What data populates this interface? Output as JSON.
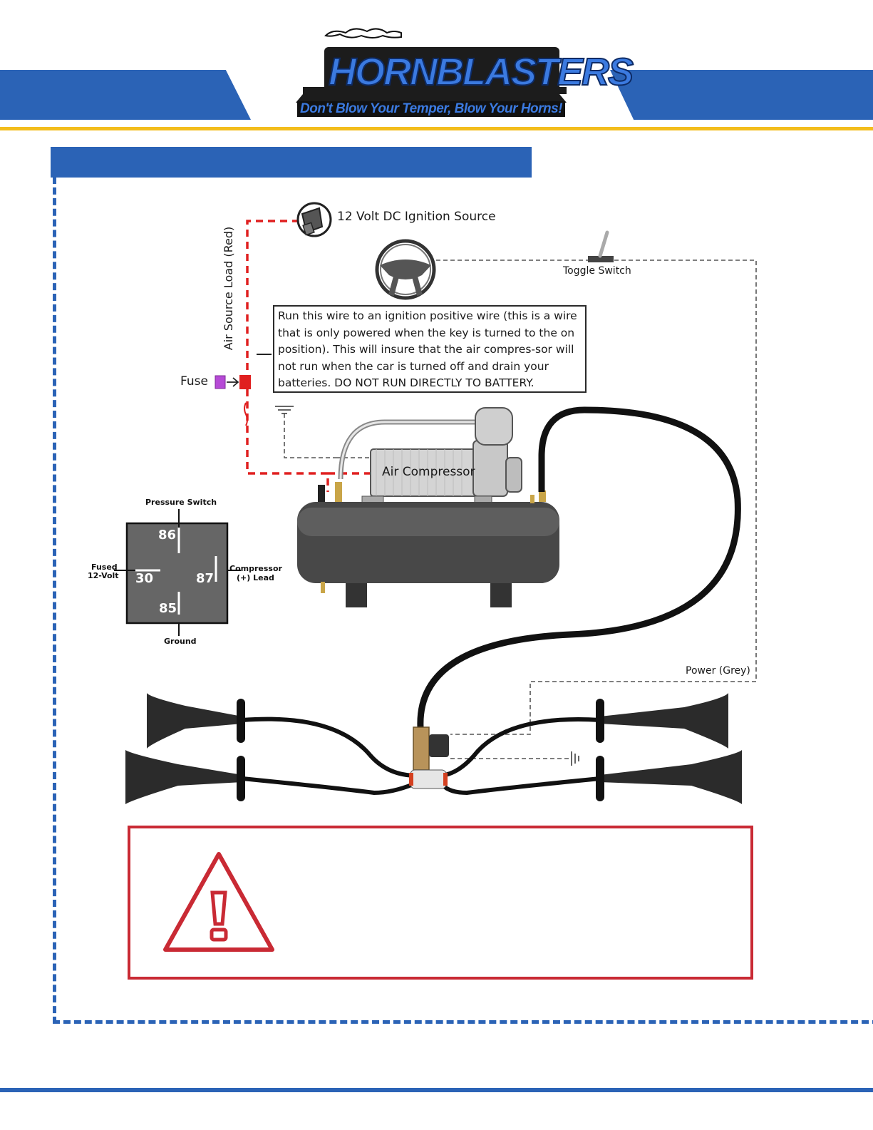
{
  "brand": {
    "name": "HORNBLASTERS",
    "tagline": "Don't Blow Your Temper, Blow Your Horns!"
  },
  "colors": {
    "brand_blue": "#2b63b6",
    "gold": "#f3bd1c",
    "wire_red": "#e02020",
    "warning_red": "#c92a34",
    "fuse_purple": "#b64ad6",
    "relay_grey": "#666666"
  },
  "diagram": {
    "ignition_label": "12 Volt DC Ignition Source",
    "toggle_label": "Toggle Switch",
    "air_source_label": "Air Source Load (Red)",
    "fuse_label": "Fuse",
    "compressor_label": "Air Compressor",
    "power_label": "Power (Grey)",
    "note": "Run this wire to an ignition positive wire (this is a wire that is only powered when the key is turned to the on position). This will insure that the air compres-sor will not run when the car is turned off and drain your batteries. DO NOT RUN DIRECTLY TO BATTERY.",
    "icons": [
      "ignition-key-icon",
      "steering-wheel-icon",
      "toggle-switch-icon",
      "ground-icon",
      "warning-triangle-icon"
    ]
  },
  "relay": {
    "pin_86": "86",
    "pin_30": "30",
    "pin_87": "87",
    "pin_85": "85",
    "label_top": "Pressure Switch",
    "label_left_1": "Fused",
    "label_left_2": "12-Volt",
    "label_right_1": "Compressor",
    "label_right_2": "(+) Lead",
    "label_bottom": "Ground"
  }
}
